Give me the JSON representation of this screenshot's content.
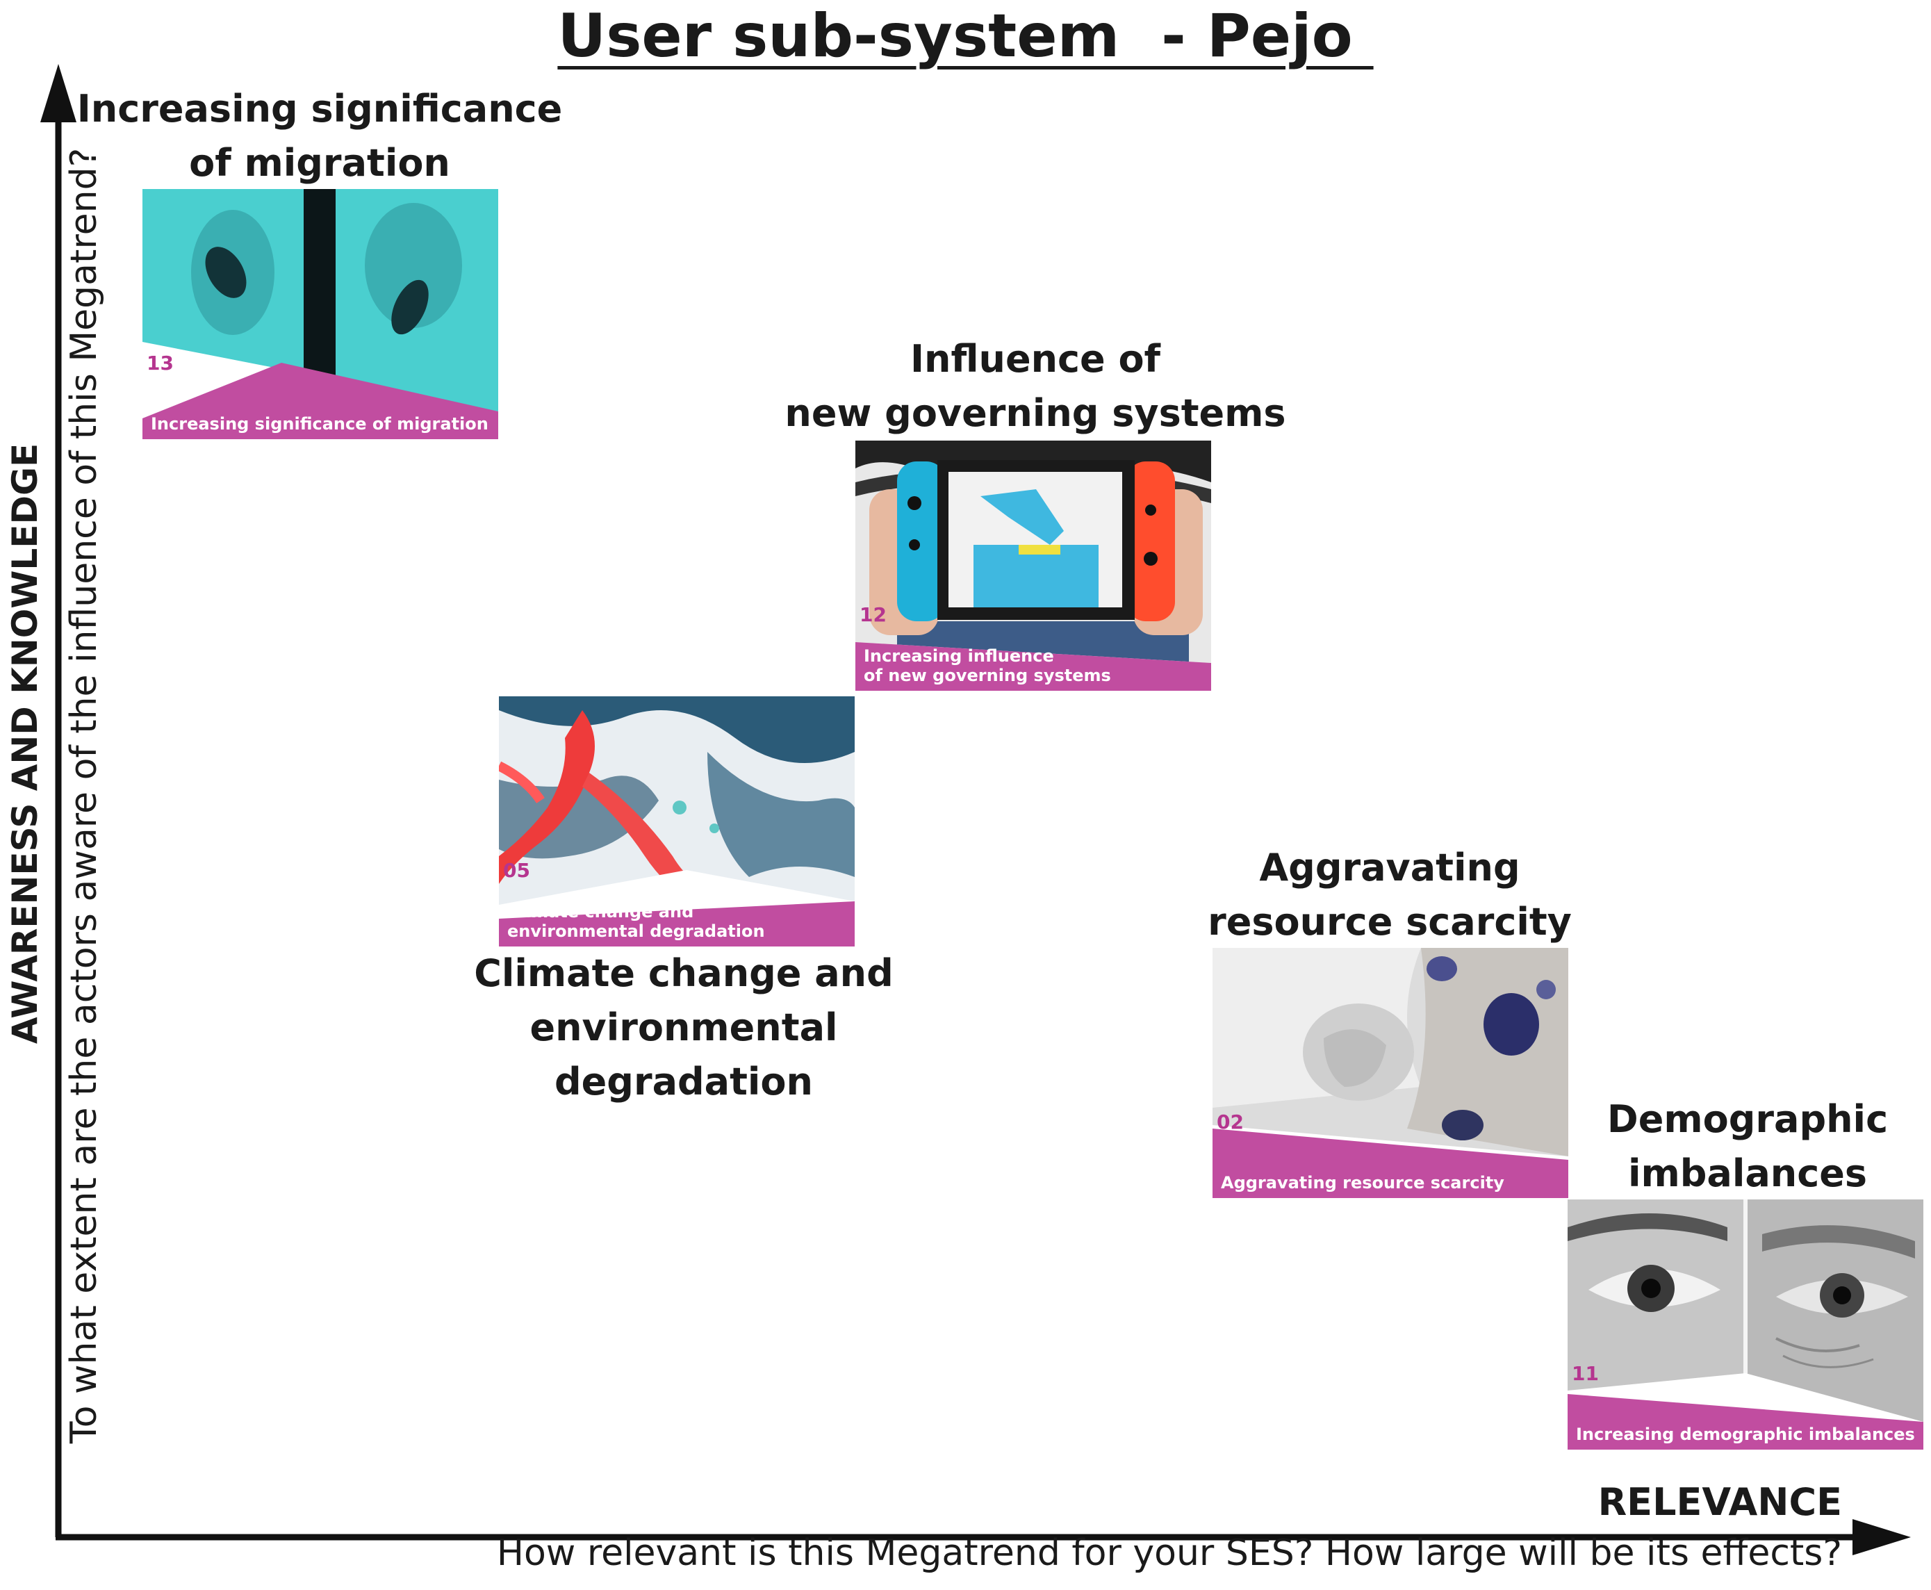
{
  "title": "User sub-system  - Pejo ",
  "y_axis": {
    "title": "AWARENESS AND KNOWLEDGE",
    "question": "To what extent are the actors aware of the influence of this Megatrend?"
  },
  "x_axis": {
    "title": "RELEVANCE",
    "question": "How relevant is this Megatrend for your SES? How large will be its effects?"
  },
  "colors": {
    "accent": "#c14da0",
    "number": "#b5358f",
    "axis": "#111111"
  },
  "megatrends": [
    {
      "label": "Increasing significance\nof migration",
      "number": "13",
      "card_caption": "Increasing significance of migration",
      "image": "migration-photo"
    },
    {
      "label": "Influence of\nnew governing systems",
      "number": "12",
      "card_caption": "Increasing influence\nof new governing systems",
      "image": "governing-photo"
    },
    {
      "label": "Climate change and\nenvironmental degradation",
      "number": "05",
      "card_caption": "Climate change and\nenvironmental degradation",
      "image": "glacier-photo"
    },
    {
      "label": "Aggravating\nresource scarcity",
      "number": "02",
      "card_caption": "Aggravating resource scarcity",
      "image": "resource-photo"
    },
    {
      "label": "Demographic\nimbalances",
      "number": "11",
      "card_caption": "Increasing demographic imbalances",
      "image": "eyes-photo"
    }
  ]
}
